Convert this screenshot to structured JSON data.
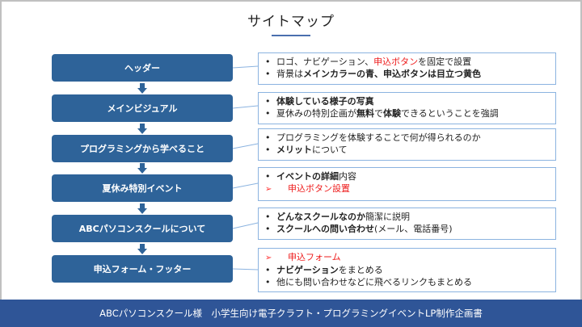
{
  "title": "サイトマップ",
  "colors": {
    "step_fill": "#2e6399",
    "note_border": "#8bb3e0",
    "accent_red": "#ee1c1c",
    "footer_bg": "#2f5597",
    "title_underline": "#4a6fae"
  },
  "steps": [
    {
      "label": "ヘッダー"
    },
    {
      "label": "メインビジュアル"
    },
    {
      "label": "プログラミングから学べること"
    },
    {
      "label": "夏休み特別イベント"
    },
    {
      "label": "ABCパソコンスクールについて"
    },
    {
      "label": "申込フォーム・フッター"
    }
  ],
  "notes": [
    {
      "lines": [
        {
          "marker": "•",
          "parts": [
            {
              "text": "ロゴ、ナビゲーション、"
            },
            {
              "text": "申込ボタン",
              "style": "red"
            },
            {
              "text": "を固定で設置"
            }
          ]
        },
        {
          "marker": "•",
          "parts": [
            {
              "text": "背景は"
            },
            {
              "text": "メインカラーの青、申込ボタンは目立つ黄色",
              "style": "bold"
            }
          ]
        }
      ]
    },
    {
      "lines": [
        {
          "marker": "•",
          "parts": [
            {
              "text": "体験している様子の写真",
              "style": "bold"
            }
          ]
        },
        {
          "marker": "•",
          "parts": [
            {
              "text": "夏休みの特別企画が"
            },
            {
              "text": "無料",
              "style": "bold"
            },
            {
              "text": "で"
            },
            {
              "text": "体験",
              "style": "bold"
            },
            {
              "text": "できるということを強調"
            }
          ]
        }
      ]
    },
    {
      "lines": [
        {
          "marker": "•",
          "parts": [
            {
              "text": "プログラミングを体験することで何が得られるのか"
            }
          ]
        },
        {
          "marker": "•",
          "parts": [
            {
              "text": "メリット",
              "style": "bold"
            },
            {
              "text": "について"
            }
          ]
        }
      ]
    },
    {
      "lines": [
        {
          "marker": "•",
          "parts": [
            {
              "text": "イベントの詳細",
              "style": "bold"
            },
            {
              "text": "内容"
            }
          ]
        },
        {
          "marker": "➢",
          "parts": [
            {
              "text": "申込ボタン設置",
              "style": "red"
            }
          ]
        }
      ]
    },
    {
      "lines": [
        {
          "marker": "•",
          "parts": [
            {
              "text": "どんなスクールなのか",
              "style": "bold"
            },
            {
              "text": "簡潔に説明"
            }
          ]
        },
        {
          "marker": "•",
          "parts": [
            {
              "text": "スクールへの問い合わせ",
              "style": "bold"
            },
            {
              "text": "(メール、電話番号)"
            }
          ]
        }
      ]
    },
    {
      "lines": [
        {
          "marker": "➢",
          "parts": [
            {
              "text": "申込フォーム",
              "style": "red"
            }
          ]
        },
        {
          "marker": "•",
          "parts": [
            {
              "text": "ナビゲーション",
              "style": "bold"
            },
            {
              "text": "をまとめる"
            }
          ]
        },
        {
          "marker": "•",
          "parts": [
            {
              "text": "他にも問い合わせなどに飛べるリンクもまとめる"
            }
          ]
        }
      ]
    }
  ],
  "footer": {
    "text": "ABCパソコンスクール様　小学生向け電子クラフト・プログラミングイベントLP制作企画書"
  }
}
